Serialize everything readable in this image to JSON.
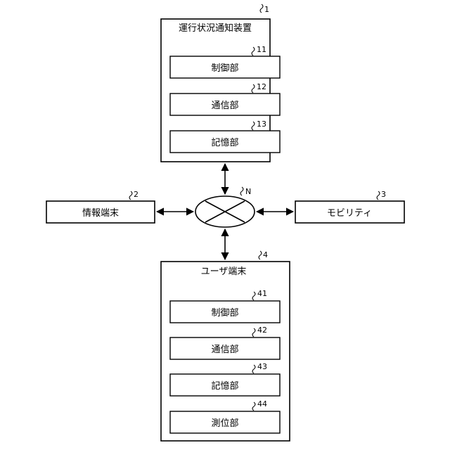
{
  "device": {
    "ref": "1",
    "title": "運行状況通知装置",
    "units": [
      {
        "ref": "11",
        "label": "制御部"
      },
      {
        "ref": "12",
        "label": "通信部"
      },
      {
        "ref": "13",
        "label": "記憶部"
      }
    ]
  },
  "info_terminal": {
    "ref": "2",
    "label": "情報端末"
  },
  "mobility": {
    "ref": "3",
    "label": "モビリティ"
  },
  "user_terminal": {
    "ref": "4",
    "title": "ユーザ端末",
    "units": [
      {
        "ref": "41",
        "label": "制御部"
      },
      {
        "ref": "42",
        "label": "通信部"
      },
      {
        "ref": "43",
        "label": "記憶部"
      },
      {
        "ref": "44",
        "label": "測位部"
      }
    ]
  },
  "network": {
    "ref": "N"
  }
}
